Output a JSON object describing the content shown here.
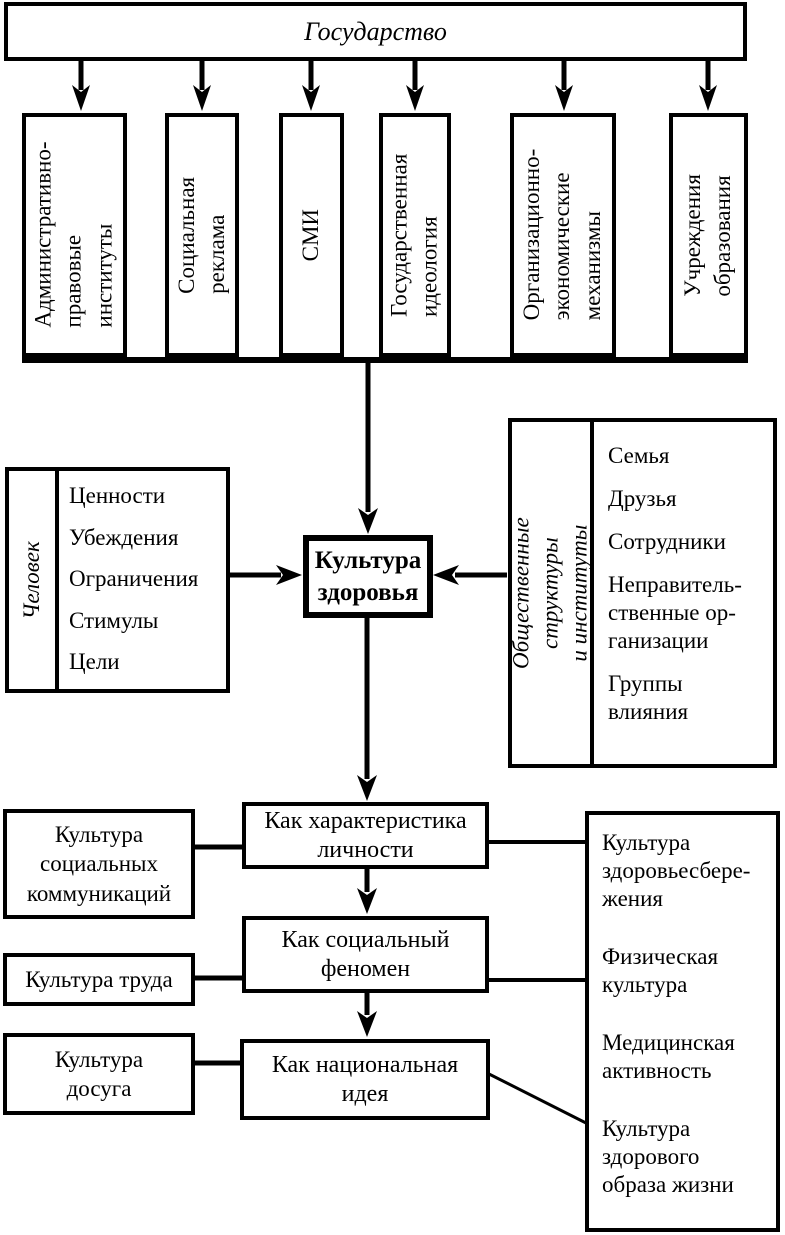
{
  "state": {
    "label": "Государство"
  },
  "channels": [
    {
      "label": "Административно-\nправовые\nинституты"
    },
    {
      "label": "Социальная\nреклама"
    },
    {
      "label": "СМИ"
    },
    {
      "label": "Государственная\nидеология"
    },
    {
      "label": "Организационно-\nэкономические\nмеханизмы"
    },
    {
      "label": "Учреждения\nобразования"
    }
  ],
  "person": {
    "label": "Человек",
    "items": [
      "Ценности",
      "Убеждения",
      "Ограничения",
      "Стимулы",
      "Цели"
    ]
  },
  "core": {
    "label": "Культура\nздоровья"
  },
  "social": {
    "label": "Общественные структуры\nи институты",
    "items": [
      "Семья",
      "Друзья",
      "Сотрудники",
      "Неправитель-\nственные ор-\nганизации",
      "Группы\nвлияния"
    ]
  },
  "aspects": [
    {
      "label": "Как характеристика\nличности"
    },
    {
      "label": "Как социальный\nфеномен"
    },
    {
      "label": "Как национальная\nидея"
    }
  ],
  "left_cultures": [
    {
      "label": "Культура\nсоциальных\nкоммуникаций"
    },
    {
      "label": "Культура труда"
    },
    {
      "label": "Культура\nдосуга"
    }
  ],
  "components": {
    "items": [
      "Культура\nздоровьесбере-\nжения",
      "Физическая\nкультура",
      "Медицинская\nактивность",
      "Культура\nздорового\nобраза жизни"
    ]
  },
  "colors": {
    "line": "#000000",
    "background": "#ffffff",
    "text": "#000000"
  }
}
